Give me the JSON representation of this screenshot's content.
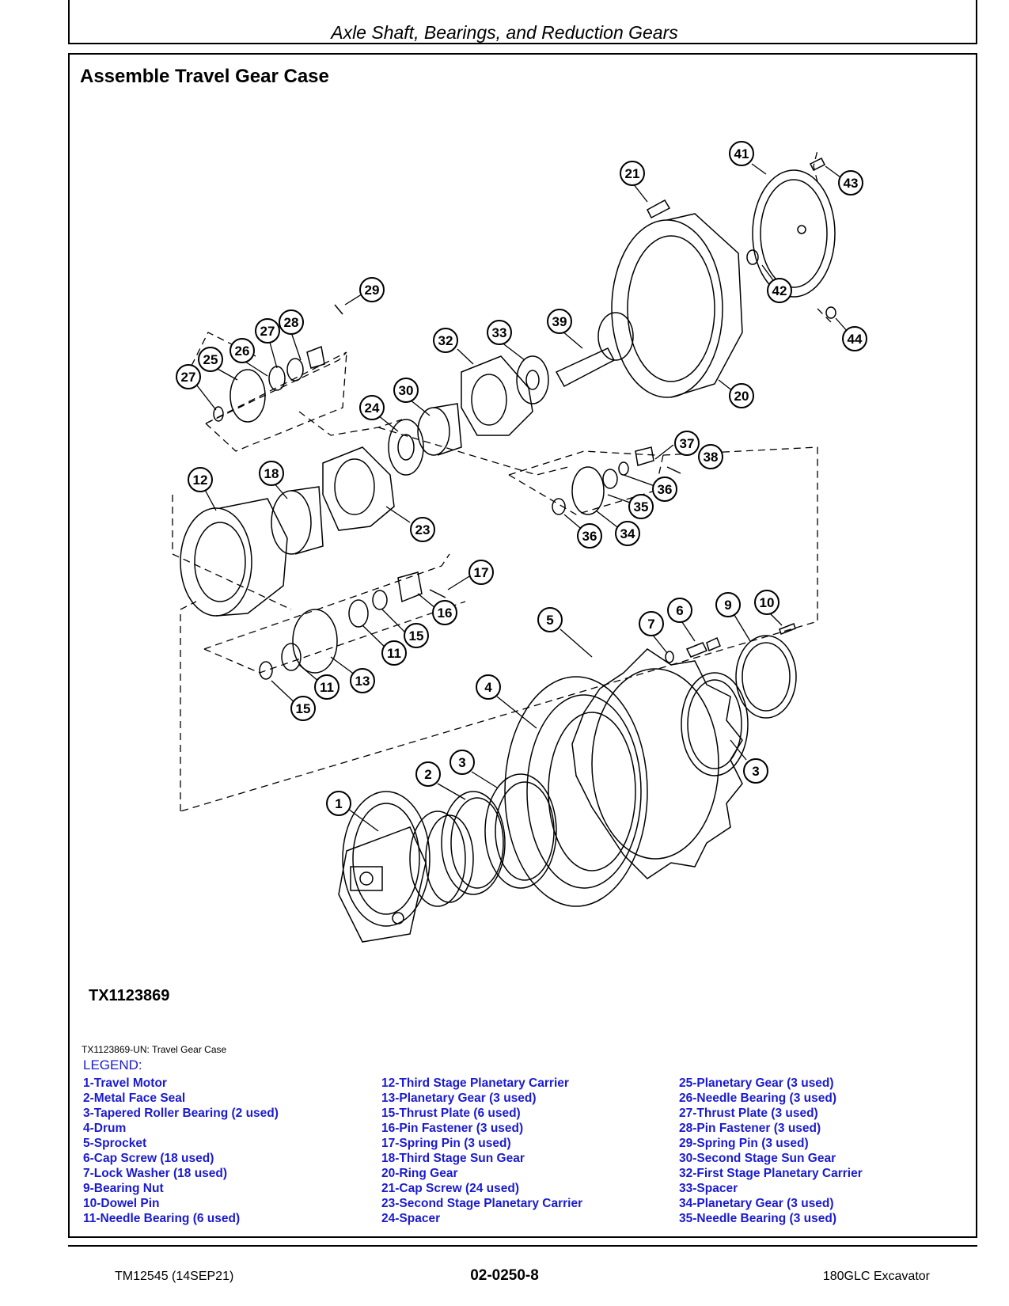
{
  "header": {
    "section_title": "Axle Shaft, Bearings, and Reduction Gears"
  },
  "page": {
    "heading": "Assemble Travel Gear Case"
  },
  "figure": {
    "id": "TX1123869",
    "caption": "TX1123869-UN: Travel Gear Case",
    "callouts": [
      "1",
      "2",
      "3",
      "3",
      "4",
      "5",
      "6",
      "7",
      "9",
      "10",
      "11",
      "11",
      "12",
      "13",
      "15",
      "15",
      "16",
      "17",
      "18",
      "20",
      "21",
      "23",
      "24",
      "25",
      "26",
      "27",
      "27",
      "28",
      "29",
      "30",
      "32",
      "33",
      "34",
      "35",
      "36",
      "36",
      "37",
      "38",
      "39",
      "41",
      "42",
      "43",
      "44"
    ]
  },
  "legend": {
    "title": "LEGEND:",
    "col1": [
      "1-Travel Motor",
      "2-Metal Face Seal",
      "3-Tapered Roller Bearing (2 used)",
      "4-Drum",
      "5-Sprocket",
      "6-Cap Screw (18 used)",
      "7-Lock Washer (18 used)",
      "9-Bearing Nut",
      "10-Dowel Pin",
      "11-Needle Bearing (6 used)"
    ],
    "col2": [
      "12-Third Stage Planetary Carrier",
      "13-Planetary Gear (3 used)",
      "15-Thrust Plate (6 used)",
      "16-Pin Fastener (3 used)",
      "17-Spring Pin (3 used)",
      "18-Third Stage Sun Gear",
      "20-Ring Gear",
      "21-Cap Screw (24 used)",
      "23-Second Stage Planetary Carrier",
      "24-Spacer"
    ],
    "col3": [
      "25-Planetary Gear (3 used)",
      "26-Needle Bearing (3 used)",
      "27-Thrust Plate (3 used)",
      "28-Pin Fastener (3 used)",
      "29-Spring Pin (3 used)",
      "30-Second Stage Sun Gear",
      "32-First Stage Planetary Carrier",
      "33-Spacer",
      "34-Planetary Gear (3 used)",
      "35-Needle Bearing (3 used)"
    ]
  },
  "footer": {
    "left": "TM12545 (14SEP21)",
    "center": "02-0250-8",
    "right": "180GLC Excavator"
  }
}
